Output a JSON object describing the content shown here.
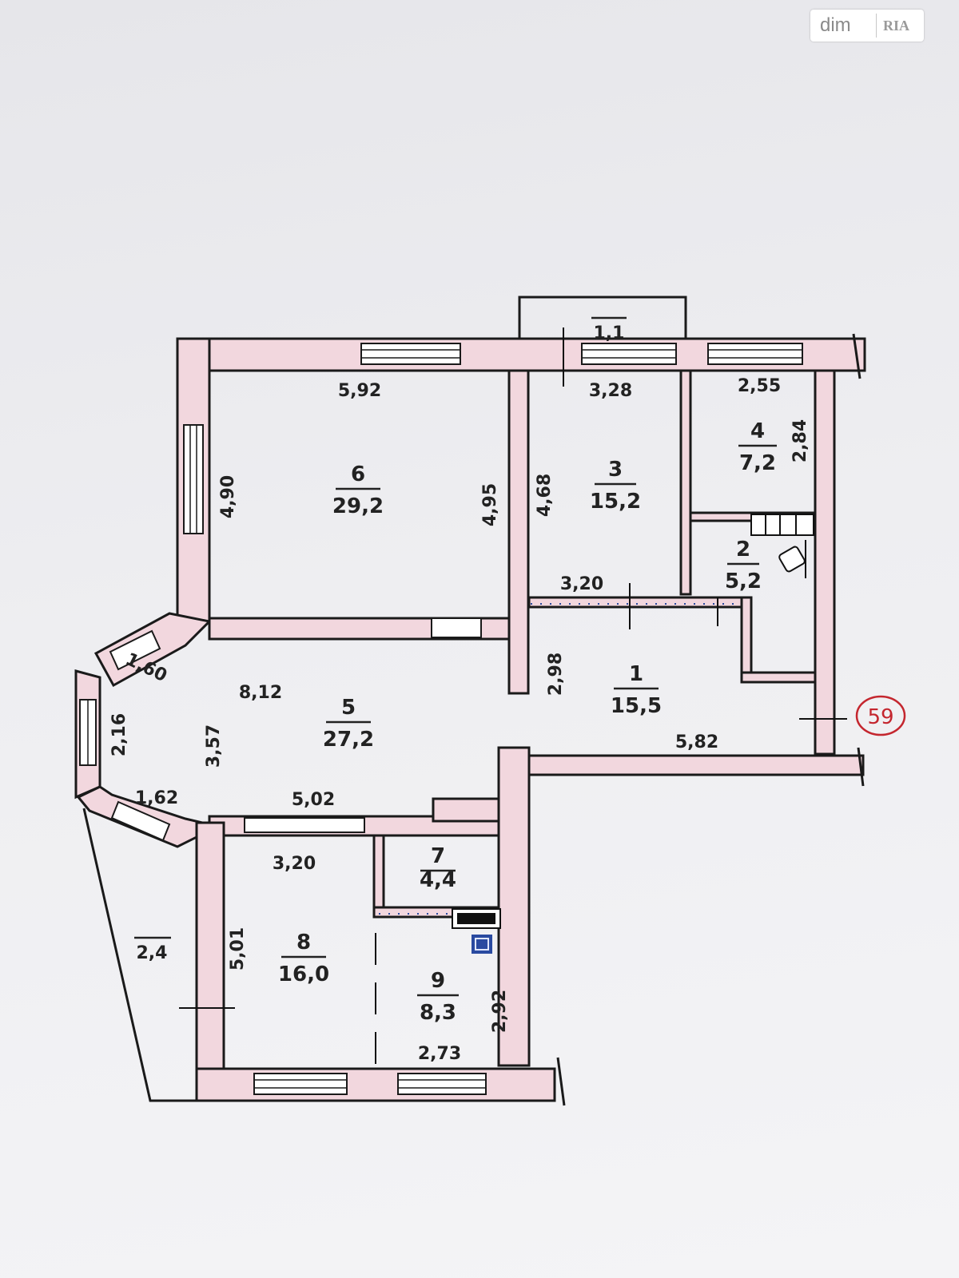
{
  "watermark": {
    "brand": "dim",
    "sub": "RIA"
  },
  "stamp": "59",
  "rooms": [
    {
      "id": "1",
      "area": "15,5"
    },
    {
      "id": "2",
      "area": "5,2"
    },
    {
      "id": "3",
      "area": "15,2"
    },
    {
      "id": "4",
      "area": "7,2"
    },
    {
      "id": "5",
      "area": "27,2"
    },
    {
      "id": "6",
      "area": "29,2"
    },
    {
      "id": "7",
      "area": "4,4"
    },
    {
      "id": "8",
      "area": "16,0"
    },
    {
      "id": "9",
      "area": "8,3"
    }
  ],
  "balconies": [
    {
      "value": "1,1"
    },
    {
      "value": "2,4"
    }
  ],
  "dimensions": [
    "5,92",
    "3,28",
    "2,55",
    "2,84",
    "4,90",
    "4,95",
    "4,68",
    "3,20",
    "2,98",
    "1,60",
    "2,16",
    "3,57",
    "8,12",
    "5,82",
    "1,62",
    "5,02",
    "3,20",
    "5,01",
    "2,92",
    "2,73"
  ]
}
